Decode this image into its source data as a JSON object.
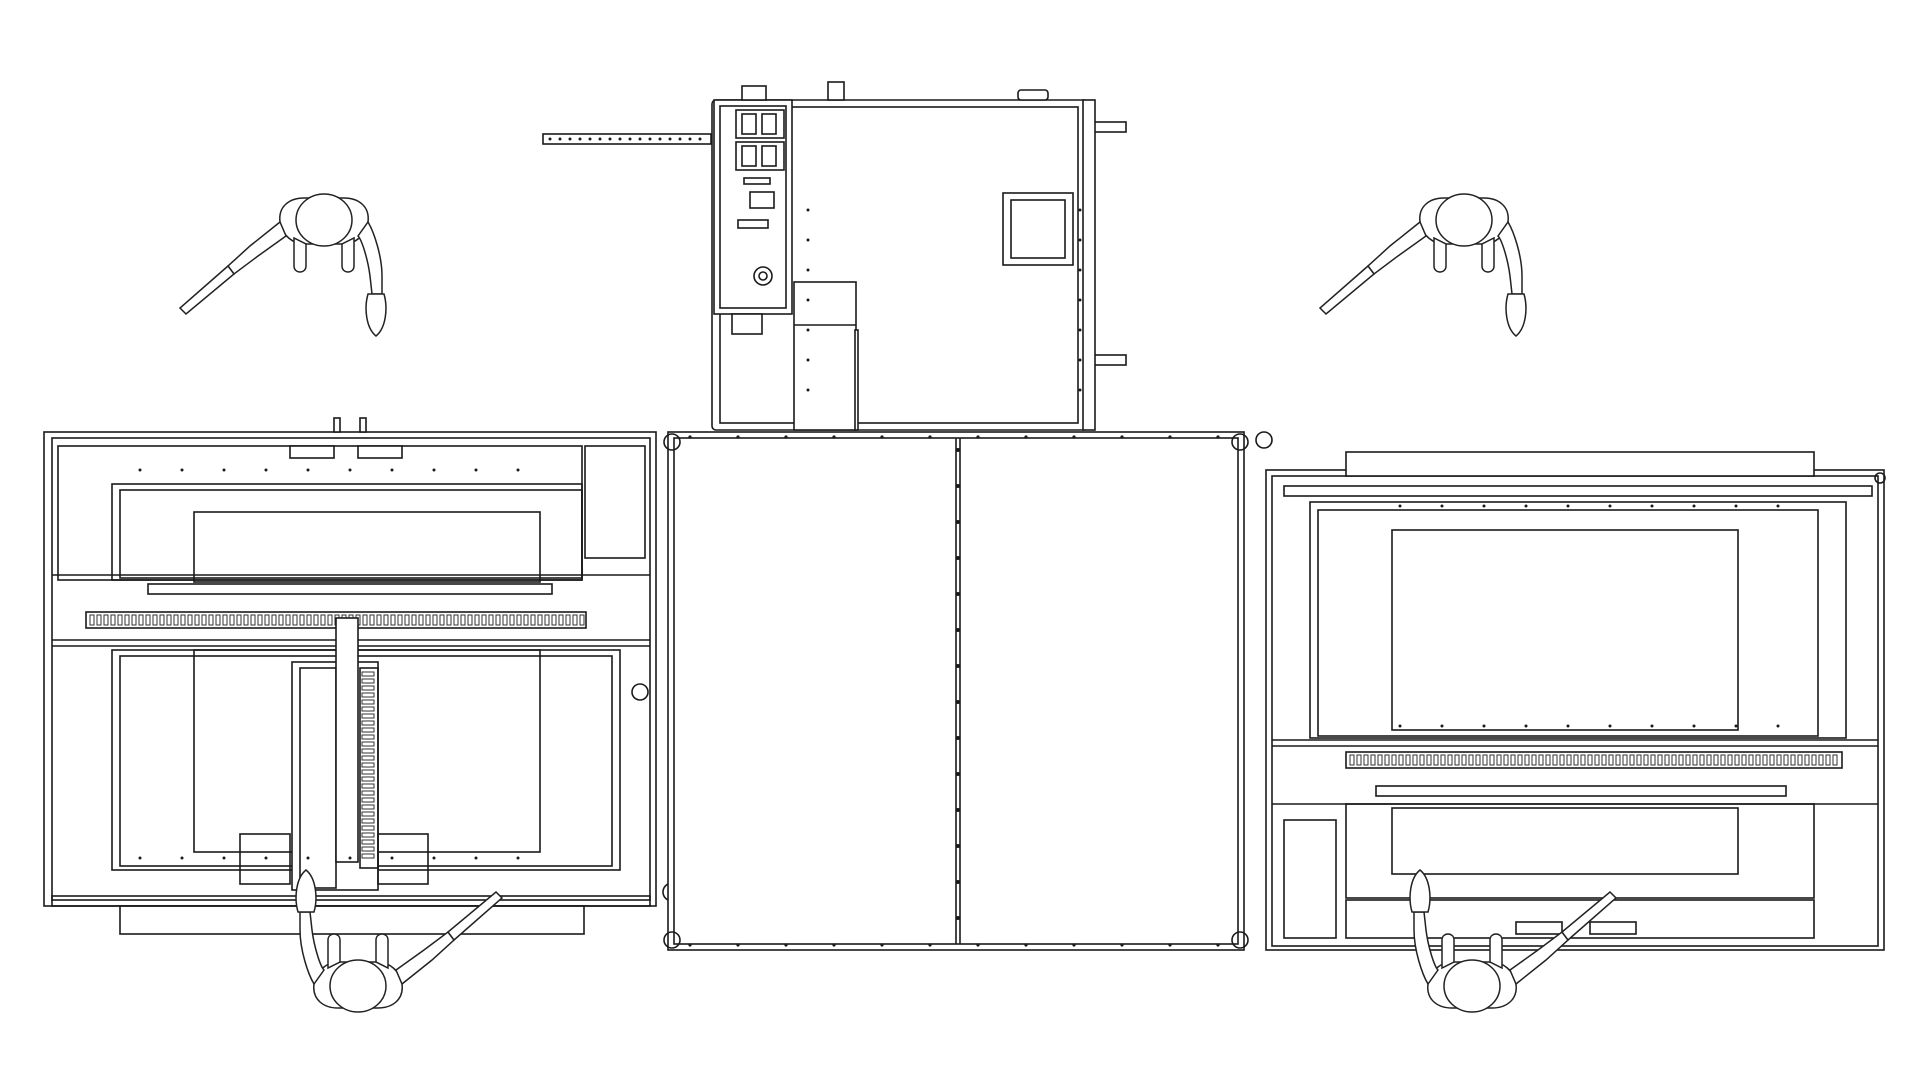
{
  "diagram": {
    "type": "technical-plan-view",
    "line_color": "#1a1a1a",
    "background": "#ffffff",
    "components": [
      {
        "name": "left-workstation",
        "kind": "machine-module"
      },
      {
        "name": "center-table",
        "kind": "table"
      },
      {
        "name": "right-workstation",
        "kind": "machine-module"
      },
      {
        "name": "control-cabinet",
        "kind": "cabinet"
      },
      {
        "name": "control-panel",
        "kind": "panel"
      },
      {
        "name": "mounting-rail",
        "kind": "rail"
      }
    ],
    "operators": [
      {
        "name": "operator-top-left",
        "facing": "down"
      },
      {
        "name": "operator-top-right",
        "facing": "down"
      },
      {
        "name": "operator-bottom-left",
        "facing": "up"
      },
      {
        "name": "operator-bottom-right",
        "facing": "up"
      }
    ]
  }
}
